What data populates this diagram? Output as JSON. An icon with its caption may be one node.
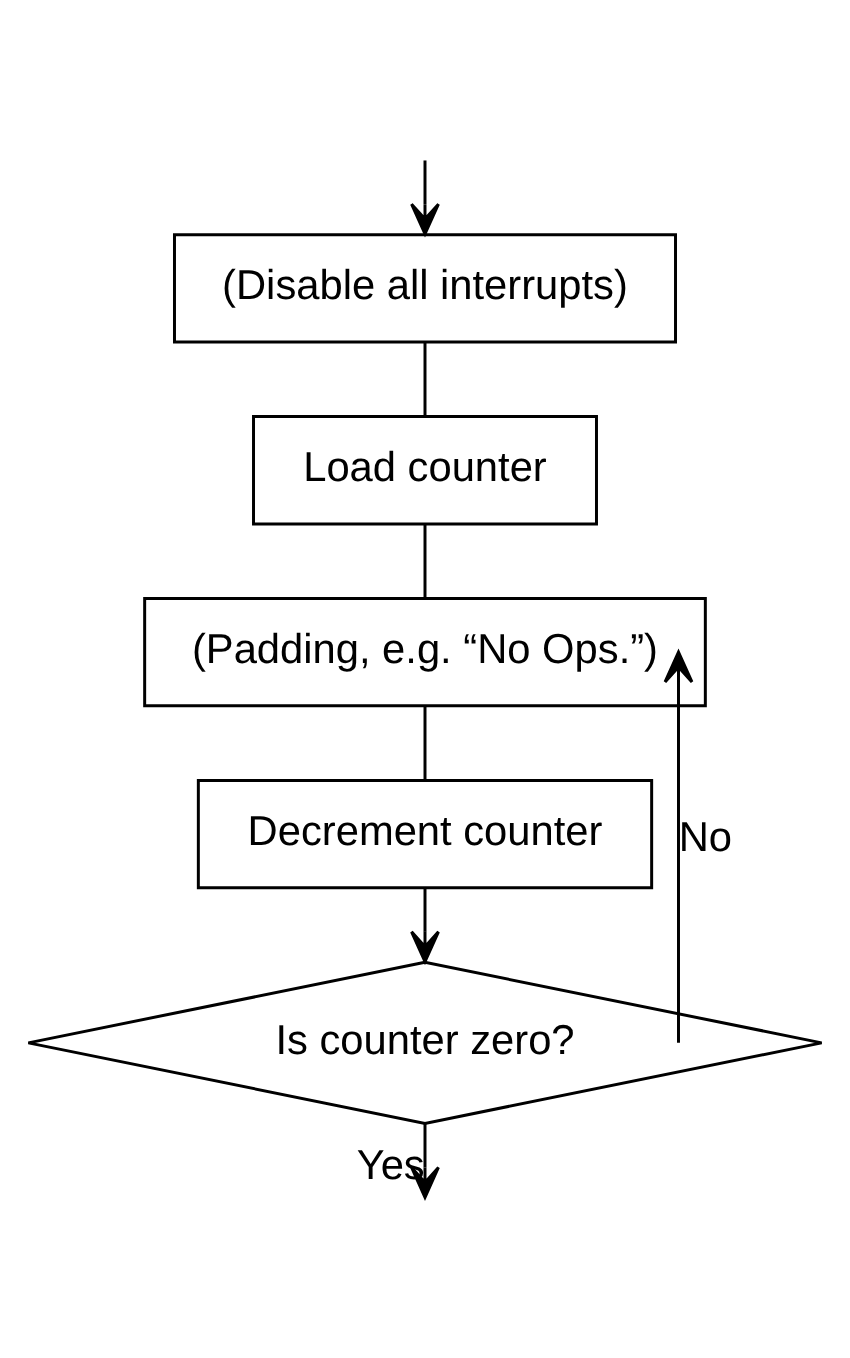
{
  "diagram": {
    "nodes": [
      {
        "text": [
          "(Disable all interrupts)"
        ]
      },
      {
        "text": [
          "Load counter"
        ]
      },
      {
        "text": [
          "(Padding, e.g. “No Ops.”)"
        ]
      },
      {
        "text": [
          "Decrement counter"
        ]
      },
      {
        "text": [
          "Is counter zero?"
        ]
      }
    ],
    "edges": [
      {
        "from": null,
        "to": 0,
        "arrow": "to"
      },
      {
        "from": 0,
        "to": 1,
        "arrow": "none"
      },
      {
        "from": 1,
        "to": 2,
        "arrow": "none"
      },
      {
        "from": 2,
        "to": 3,
        "arrow": "none"
      },
      {
        "from": 3,
        "to": 4,
        "arrow": "to"
      },
      {
        "from": 4,
        "to": 2,
        "arrow": "to",
        "label": "No"
      },
      {
        "from": 4,
        "to": null,
        "arrow": "to",
        "label": "Yes"
      }
    ]
  }
}
